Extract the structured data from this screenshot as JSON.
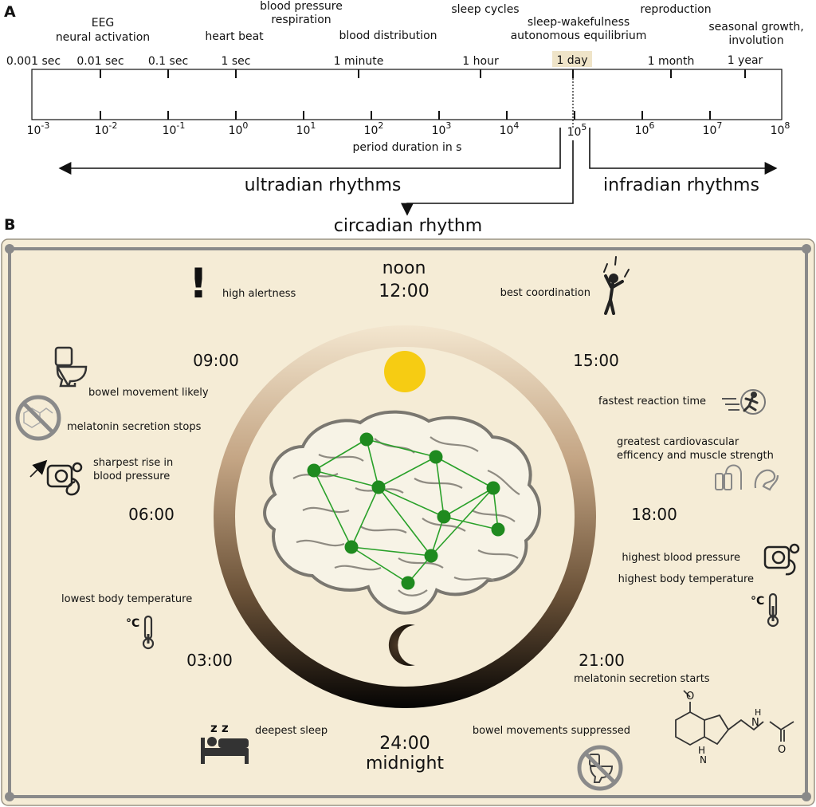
{
  "panelA": {
    "label": "A",
    "processes": [
      {
        "lines": [
          "EEG",
          "neural activation"
        ]
      },
      {
        "lines": [
          "heart beat"
        ]
      },
      {
        "lines": [
          "blood pressure",
          "respiration"
        ]
      },
      {
        "lines": [
          "blood distribution"
        ]
      },
      {
        "lines": [
          "sleep cycles"
        ]
      },
      {
        "lines": [
          "sleep-wakefulness",
          "autonomous equilibrium"
        ]
      },
      {
        "lines": [
          "reproduction"
        ]
      },
      {
        "lines": [
          "seasonal growth,",
          "involution"
        ]
      }
    ],
    "time_labels": [
      "0.001 sec",
      "0.01 sec",
      "0.1 sec",
      "1 sec",
      "1 minute",
      "1 hour",
      "1 day",
      "1 month",
      "1 year"
    ],
    "exponent_labels": [
      {
        "base": "10",
        "exp": "-3"
      },
      {
        "base": "10",
        "exp": "-2"
      },
      {
        "base": "10",
        "exp": "-1"
      },
      {
        "base": "10",
        "exp": "0"
      },
      {
        "base": "10",
        "exp": "1"
      },
      {
        "base": "10",
        "exp": "2"
      },
      {
        "base": "10",
        "exp": "3"
      },
      {
        "base": "10",
        "exp": "4"
      },
      {
        "base": "10",
        "exp": "5"
      },
      {
        "base": "10",
        "exp": "6"
      },
      {
        "base": "10",
        "exp": "7"
      },
      {
        "base": "10",
        "exp": "8"
      }
    ],
    "axis_title": "period duration in s",
    "ultradian": "ultradian rhythms",
    "infradian": "infradian rhythms",
    "circadian": "circadian rhythm"
  },
  "panelB": {
    "label": "B",
    "clock": {
      "noon": "noon",
      "t1200": "12:00",
      "t1500": "15:00",
      "t1800": "18:00",
      "t2100": "21:00",
      "t2400": "24:00",
      "midnight": "midnight",
      "t0300": "03:00",
      "t0600": "06:00",
      "t0900": "09:00"
    },
    "events": {
      "high_alertness": "high alertness",
      "best_coordination": "best coordination",
      "fastest_reaction": "fastest reaction time",
      "cardio_line1": "greatest cardiovascular",
      "cardio_line2": "efficency and muscle strength",
      "highest_bp": "highest blood pressure",
      "highest_temp": "highest body temperature",
      "melatonin_starts": "melatonin secretion starts",
      "bowel_suppressed": "bowel movements suppressed",
      "deepest_sleep": "deepest sleep",
      "lowest_temp": "lowest body temperature",
      "bp_rise_line1": "sharpest rise in",
      "bp_rise_line2": "blood pressure",
      "melatonin_stops": "melatonin secretion stops",
      "bowel_likely": "bowel movement likely"
    },
    "glyphs": {
      "exclamation": "!",
      "celsius": "°C",
      "zzz": "z z",
      "molecule_o": "O",
      "molecule_n": "N",
      "molecule_h": "H",
      "molecule_hn": "H\nN",
      "molecule_o2": "O"
    },
    "colors": {
      "background": "#f5ecd6",
      "frame": "#8a8a8a",
      "ring_top": "#f3e6cf",
      "ring_bottom": "#050403",
      "sun": "#f6cc13",
      "network_node": "#1f8a1f",
      "network_edge": "#2aa12a",
      "brain_fill": "#f7f3e6",
      "brain_stroke": "#7a7770"
    },
    "icons": [
      "exclamation-icon",
      "juggler-icon",
      "toilet-icon",
      "no-melatonin-icon",
      "blood-pressure-icon",
      "running-icon",
      "dumbbell-icon",
      "arm-muscle-icon",
      "thermometer-icon",
      "no-toilet-icon",
      "bed-sleep-icon",
      "melatonin-molecule-icon",
      "sun-icon",
      "moon-icon",
      "brain-network-icon"
    ]
  }
}
